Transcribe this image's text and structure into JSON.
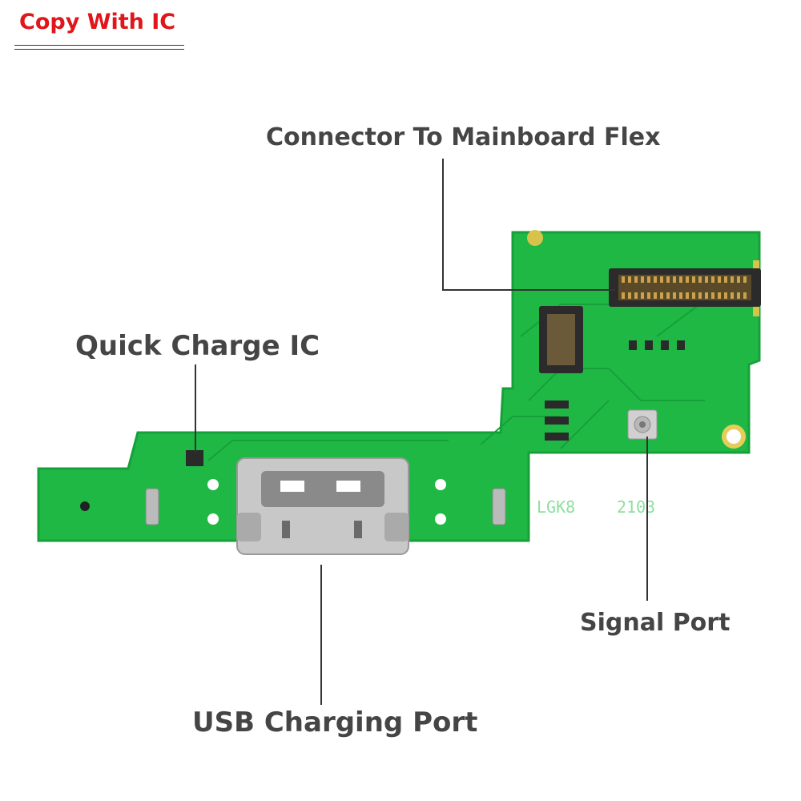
{
  "badge": {
    "text": "Copy With IC",
    "color": "#e0161b"
  },
  "labels": {
    "connector": "Connector To Mainboard Flex",
    "quick_charge": "Quick Charge IC",
    "usb_port": "USB Charging Port",
    "signal_port": "Signal Port"
  },
  "board_markings": {
    "model": "LGK8",
    "code": "2103"
  },
  "colors": {
    "pcb": "#1fb845",
    "pcb_edge": "#17a03a",
    "label": "#454545",
    "metal": "#c8c8c8",
    "connector": "#2b2b2b"
  }
}
